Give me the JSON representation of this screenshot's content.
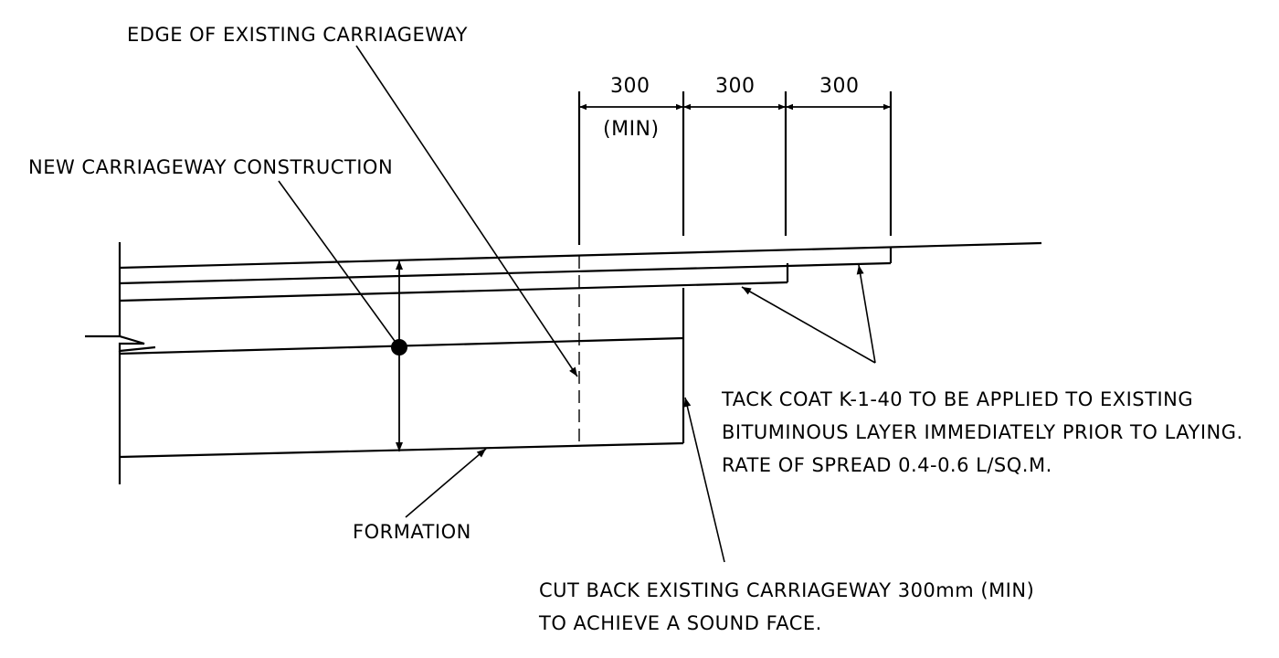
{
  "labels": {
    "edge_existing": "EDGE OF EXISTING CARRIAGEWAY",
    "new_construction": "NEW CARRIAGEWAY CONSTRUCTION",
    "formation": "FORMATION",
    "tack_coat_line1": "TACK COAT K-1-40 TO BE APPLIED TO EXISTING",
    "tack_coat_line2": "BITUMINOUS LAYER IMMEDIATELY PRIOR TO LAYING.",
    "tack_coat_line3": "RATE OF SPREAD 0.4-0.6 L/SQ.M.",
    "cut_back_line1": "CUT BACK EXISTING CARRIAGEWAY 300mm (MIN)",
    "cut_back_line2": "TO ACHIEVE A SOUND FACE."
  },
  "dimensions": {
    "step1_value": "300",
    "step1_qualifier": "(MIN)",
    "step2_value": "300",
    "step3_value": "300"
  },
  "colors": {
    "line": "#000000",
    "background": "#ffffff"
  }
}
